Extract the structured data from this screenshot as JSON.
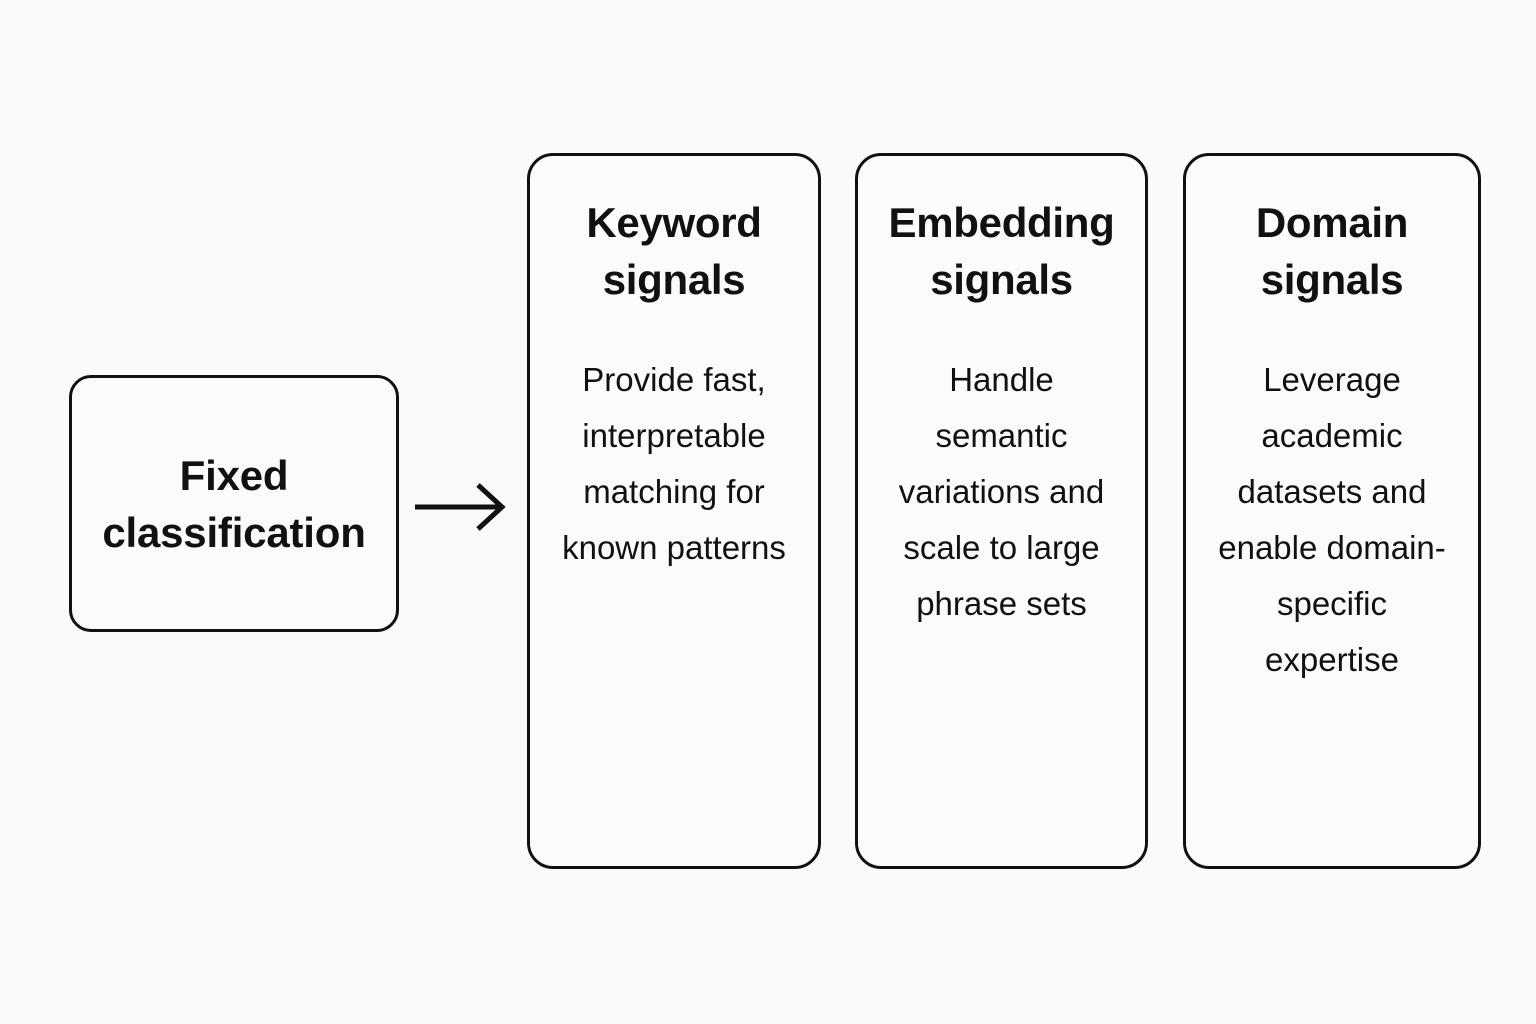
{
  "diagram": {
    "background_color": "#fafafa",
    "stroke_color": "#111111",
    "source": {
      "label": "Fixed classification"
    },
    "connector": {
      "icon": "arrow-right-icon"
    },
    "cards": [
      {
        "title": "Keyword signals",
        "body": "Provide fast, interpretable matching for known patterns"
      },
      {
        "title": "Embedding signals",
        "body": "Handle semantic variations and scale to large phrase sets"
      },
      {
        "title": "Domain signals",
        "body": "Leverage academic datasets and enable domain-specific expertise"
      }
    ]
  }
}
